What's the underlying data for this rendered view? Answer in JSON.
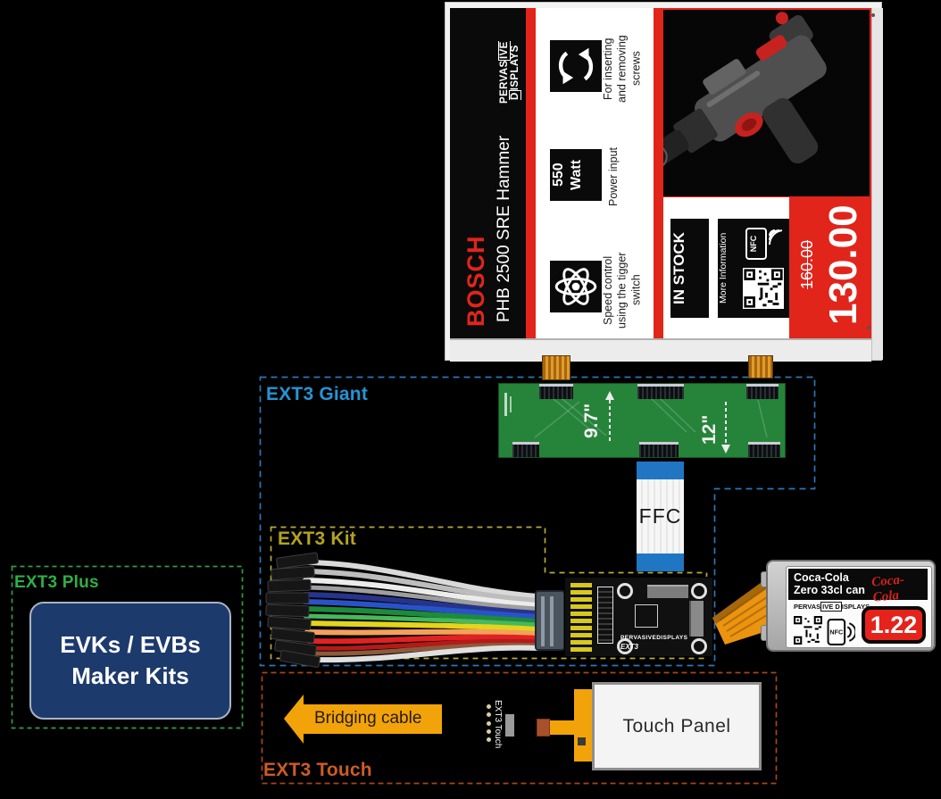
{
  "colors": {
    "bosch_red": "#e1251b",
    "giant_blue_label": "#2594d6",
    "giant_blue_border": "#2e75b6",
    "kit_yellow_label": "#b3a41f",
    "kit_yellow_border": "#b6ac3c",
    "plus_green_label": "#2fae47",
    "plus_green_border": "#2f9e41",
    "touch_orange_label": "#cd5b26",
    "touch_orange_border": "#a8441c",
    "evk_navy": "#1d3a6d",
    "ffc_blue": "#2176c4",
    "pcb_green": "#26843a",
    "arrow_yellow": "#f2a30a",
    "price_red": "#e5231b"
  },
  "display_label": {
    "brand_logo": {
      "prefix": "PERVAS",
      "boxed": "IVE D",
      "suffix": "ISPLAYS"
    },
    "brand": "BOSCH",
    "product": "PHB 2500 SRE Hammer",
    "features": [
      {
        "icon": "rotation-arrows",
        "value": "",
        "caption": "For inserting\nand removing\nscrews"
      },
      {
        "icon": "",
        "value": "550\nWatt",
        "caption": "Power input"
      },
      {
        "icon": "atom",
        "value": "",
        "caption": "Speed control\nusing the tigger\nswitch"
      }
    ],
    "stock": "IN STOCK",
    "more_info": "More Information",
    "nfc": "NFC",
    "old_price": "160.00",
    "price": "130.00"
  },
  "sections": {
    "giant": {
      "label": "EXT3 Giant",
      "sizes": [
        "9.7\"",
        "12\""
      ]
    },
    "kit": {
      "label": "EXT3 Kit"
    },
    "plus": {
      "label": "EXT3 Plus",
      "box_text": "EVKs / EVBs\nMaker Kits"
    },
    "touch": {
      "label": "EXT3 Touch",
      "bridging": "Bridging cable",
      "board": "EXT3 Touch",
      "panel": "Touch Panel"
    }
  },
  "ffc": {
    "label": "FFC"
  },
  "ext3_board": {
    "logo": "PERVASIVEDISPLAYS",
    "name": "EXT3"
  },
  "coke_display": {
    "title": "Coca-Cola\nZero 33cl can",
    "logo": "Coca-Cola",
    "brand_logo": {
      "prefix": "PERVAS",
      "boxed": "IVE D",
      "suffix": "ISPLAYS"
    },
    "nfc": "NFC",
    "price": "1.22"
  }
}
